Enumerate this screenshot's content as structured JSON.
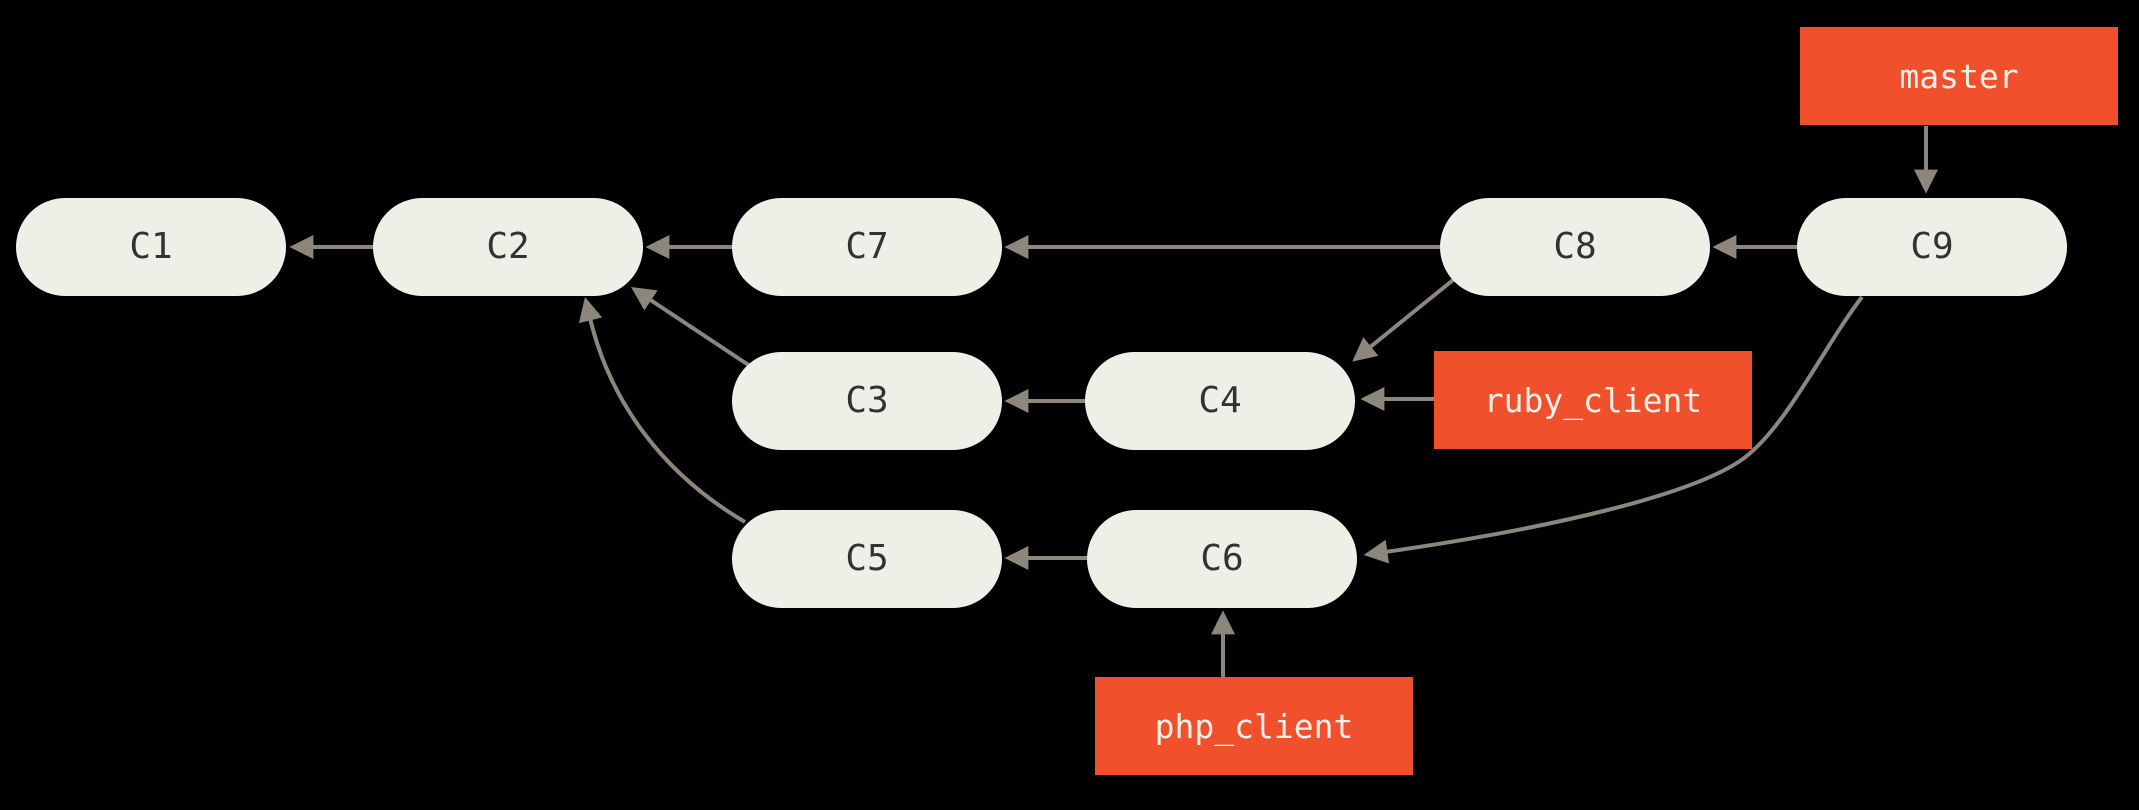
{
  "colors": {
    "background": "#000000",
    "node_fill": "#f0efe7",
    "node_text": "#34322c",
    "branch_fill": "#f1502c",
    "branch_text": "#f4f1ea",
    "arrow": "#8c867d"
  },
  "graph": {
    "type": "git-commit-dag",
    "nodes": [
      {
        "id": "C1",
        "label": "C1"
      },
      {
        "id": "C2",
        "label": "C2"
      },
      {
        "id": "C3",
        "label": "C3"
      },
      {
        "id": "C4",
        "label": "C4"
      },
      {
        "id": "C5",
        "label": "C5"
      },
      {
        "id": "C6",
        "label": "C6"
      },
      {
        "id": "C7",
        "label": "C7"
      },
      {
        "id": "C8",
        "label": "C8"
      },
      {
        "id": "C9",
        "label": "C9"
      }
    ],
    "branches": [
      {
        "id": "master",
        "label": "master",
        "points_to": "C9"
      },
      {
        "id": "ruby_client",
        "label": "ruby_client",
        "points_to": "C4"
      },
      {
        "id": "php_client",
        "label": "php_client",
        "points_to": "C6"
      }
    ],
    "edges": [
      {
        "from": "C2",
        "to": "C1"
      },
      {
        "from": "C7",
        "to": "C2"
      },
      {
        "from": "C8",
        "to": "C7"
      },
      {
        "from": "C9",
        "to": "C8"
      },
      {
        "from": "C8",
        "to": "C4"
      },
      {
        "from": "C4",
        "to": "C3"
      },
      {
        "from": "C3",
        "to": "C2"
      },
      {
        "from": "C9",
        "to": "C6"
      },
      {
        "from": "C6",
        "to": "C5"
      },
      {
        "from": "C5",
        "to": "C2"
      },
      {
        "from": "master",
        "to": "C9"
      },
      {
        "from": "ruby_client",
        "to": "C4"
      },
      {
        "from": "php_client",
        "to": "C6"
      }
    ]
  }
}
